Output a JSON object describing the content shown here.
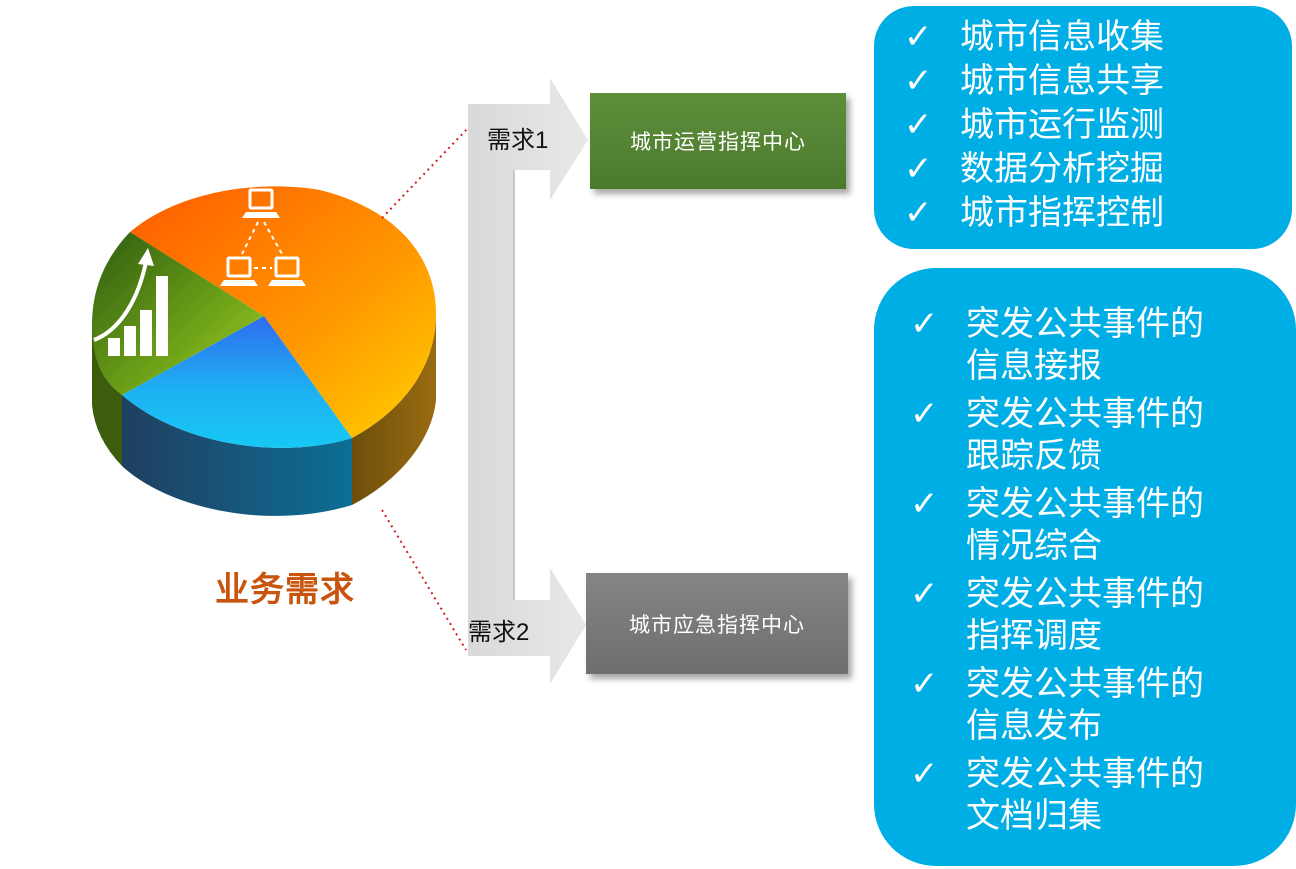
{
  "pie": {
    "caption": "业务需求",
    "colors": {
      "orange": "#ff7a00",
      "green": "#7cb61a",
      "blue": "#22b8f0",
      "side_orange": "#8a6210",
      "side_blue": "#135b80",
      "side_green": "#3e5c0d"
    }
  },
  "icons": [
    "network-computers-icon",
    "growth-bar-chart-icon"
  ],
  "needs": {
    "need_1": "需求1",
    "need_2": "需求2"
  },
  "centers": {
    "ops": {
      "label": "城市运营指挥中心",
      "color": "#4f7e30"
    },
    "emergency": {
      "label": "城市应急指挥中心",
      "color": "#7a7a7a"
    }
  },
  "ops_panel": {
    "color": "#00aee6",
    "check": "✓",
    "items": [
      "城市信息收集",
      "城市信息共享",
      "城市运行监测",
      "数据分析挖掘",
      "城市指挥控制"
    ]
  },
  "emergency_panel": {
    "color": "#00aee6",
    "check": "✓",
    "items": [
      {
        "line1": "突发公共事件的",
        "line2": "信息接报"
      },
      {
        "line1": "突发公共事件的",
        "line2": "跟踪反馈"
      },
      {
        "line1": "突发公共事件的",
        "line2": "情况综合"
      },
      {
        "line1": "突发公共事件的",
        "line2": "指挥调度"
      },
      {
        "line1": "突发公共事件的",
        "line2": "信息发布"
      },
      {
        "line1": "突发公共事件的",
        "line2": "文档归集"
      }
    ]
  }
}
